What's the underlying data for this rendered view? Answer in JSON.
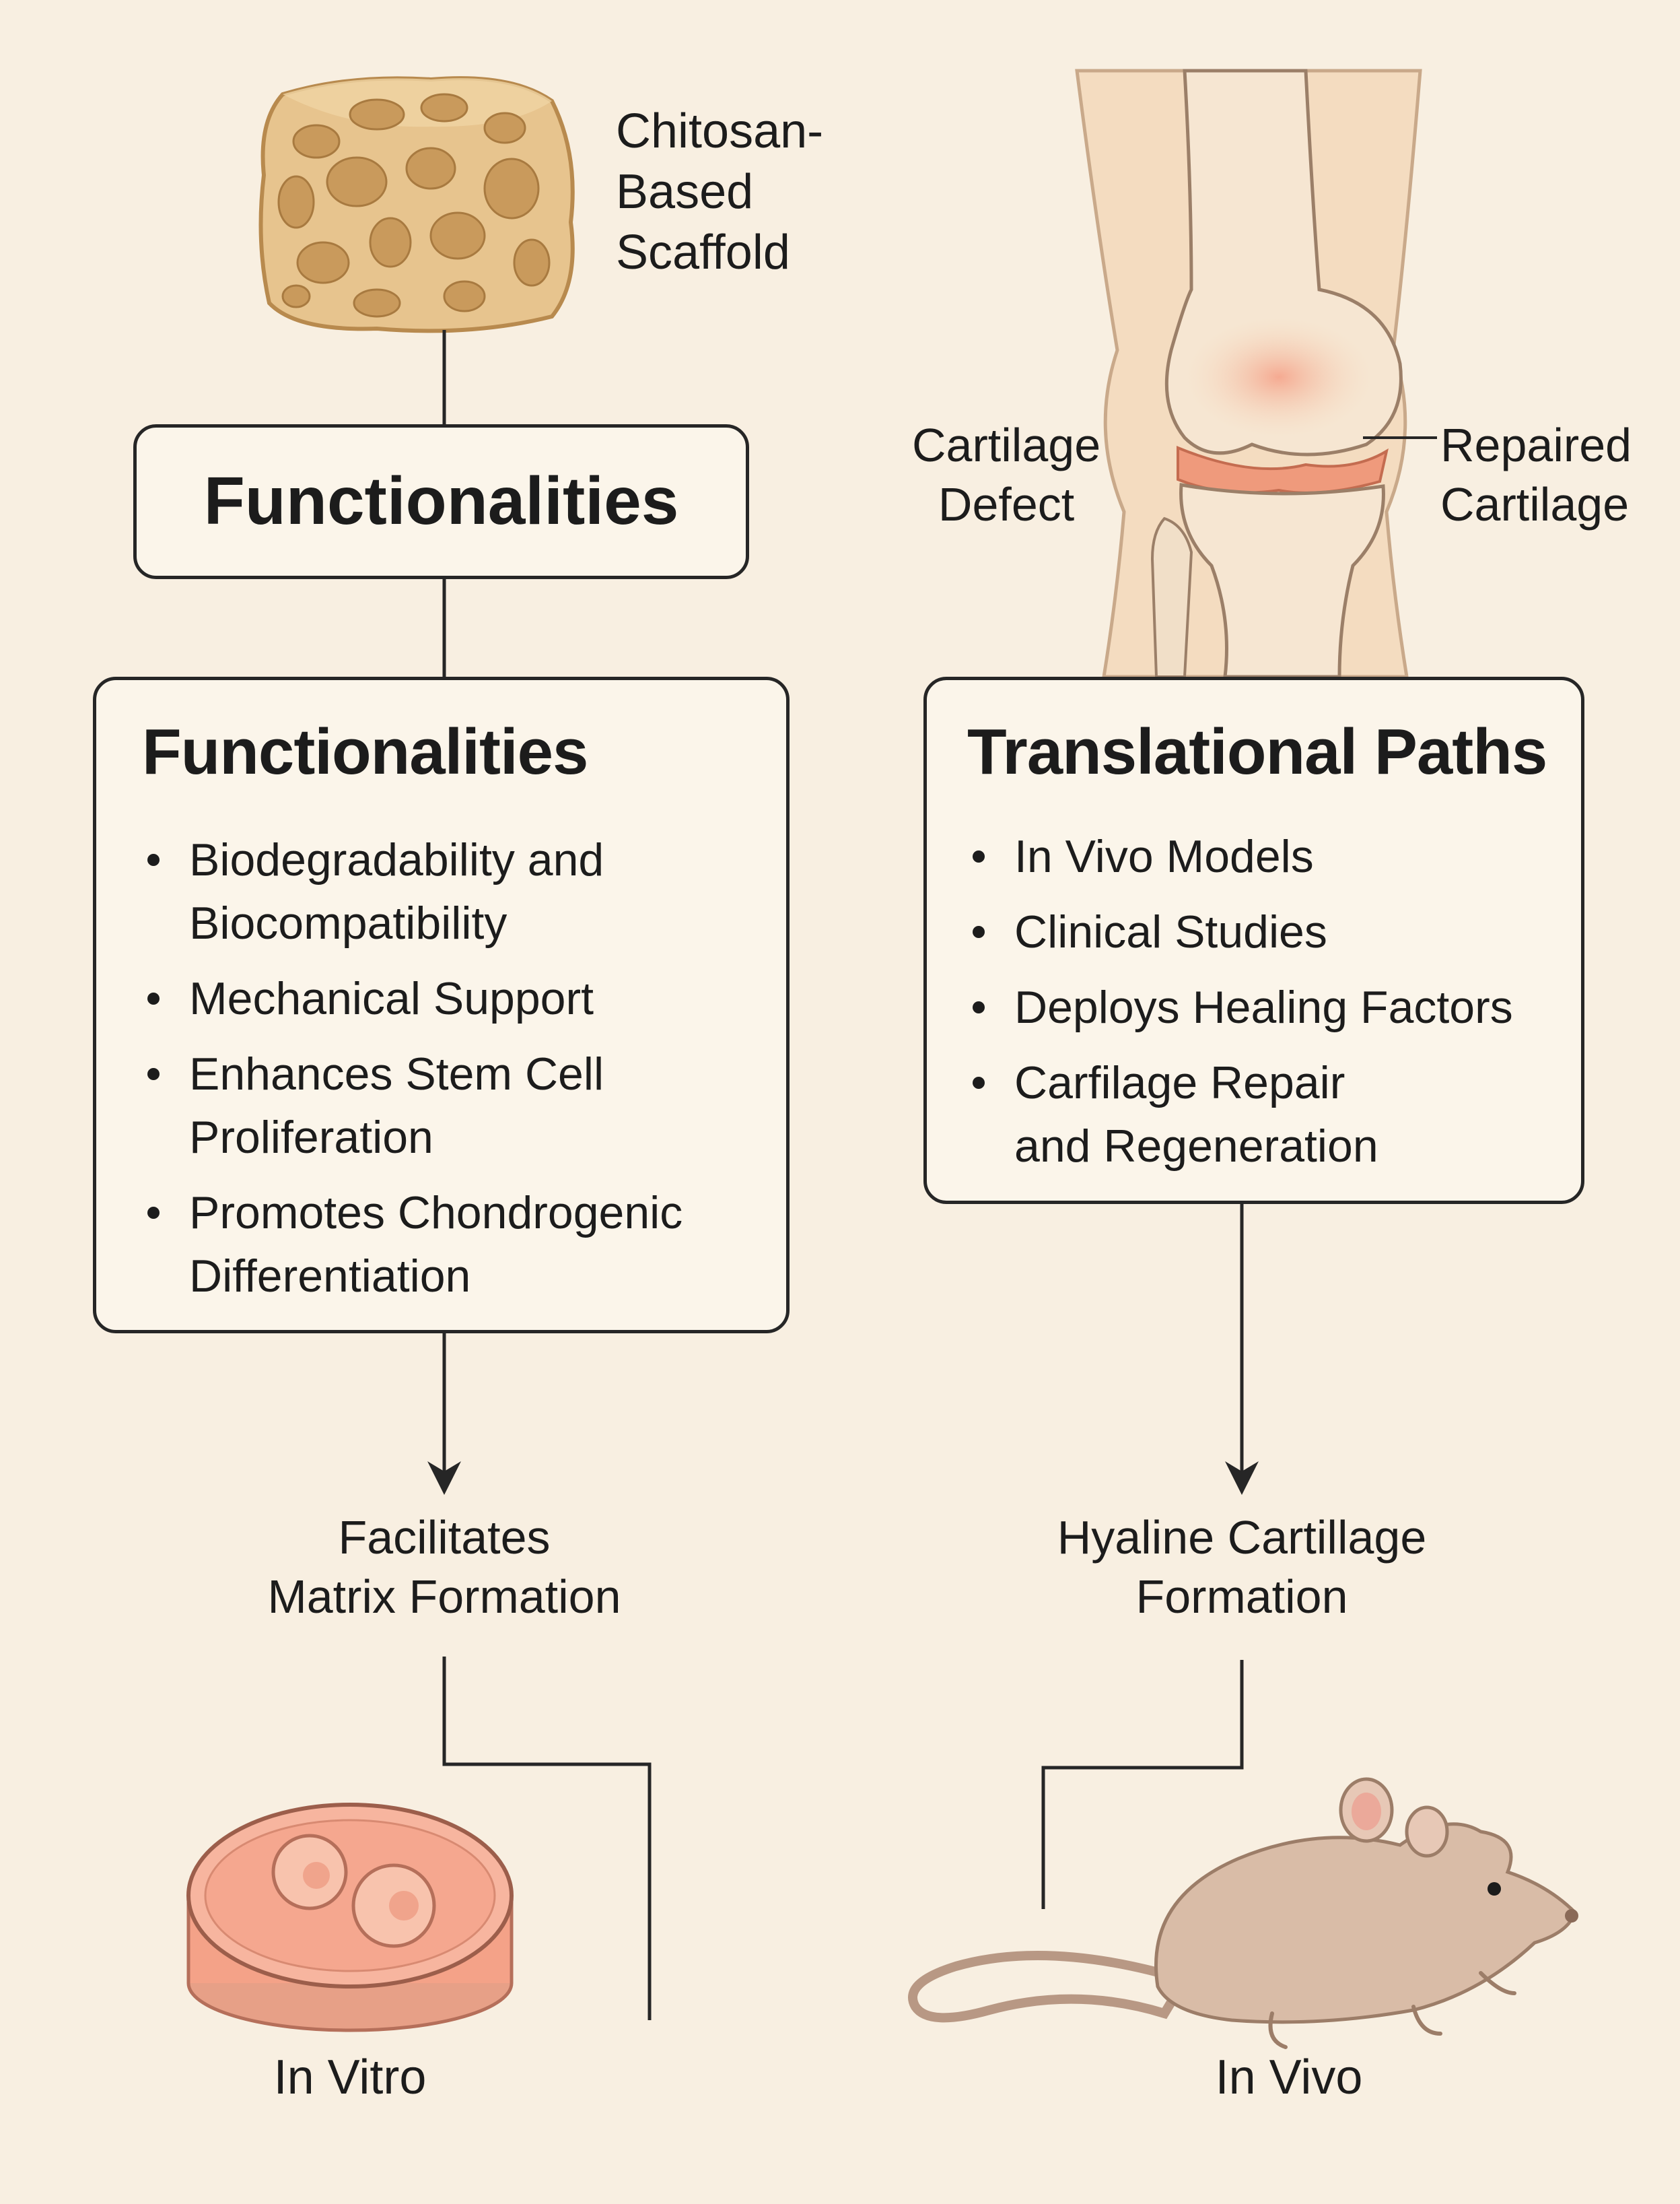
{
  "scaffold": {
    "label": "Chitosan-\nBased\nScaffold"
  },
  "knee": {
    "defect_label": "Cartilage\nDefect",
    "repaired_label": "Repaired\nCartilage"
  },
  "functionalities_box": {
    "title": "Functionalities"
  },
  "functionalities_panel": {
    "title": "Functionalities",
    "items": [
      "Biodegradability and\nBiocompatibility",
      "Mechanical Support",
      "Enhances Stem Cell\nProliferation",
      "Promotes Chondrogenic\nDifferentiation"
    ]
  },
  "translational_panel": {
    "title": "Translational Paths",
    "items": [
      "In Vivo Models",
      "Clinical Studies",
      "Deploys Healing Factors",
      "Carfilage Repair\nand Regeneration"
    ]
  },
  "outcomes": {
    "left": "Facilitates\nMatrix Formation",
    "right": "Hyaline Cartillage\nFormation"
  },
  "endpoints": {
    "left": "In Vitro",
    "right": "In Vivo"
  },
  "colors": {
    "background": "#f8efe1",
    "stroke": "#262626",
    "scaffold": "#e7c48e",
    "skin": "#f4dcc0",
    "cartilage": "#ef9a7c",
    "dish_media": "#f4a288",
    "mouse": "#d9bca7"
  }
}
